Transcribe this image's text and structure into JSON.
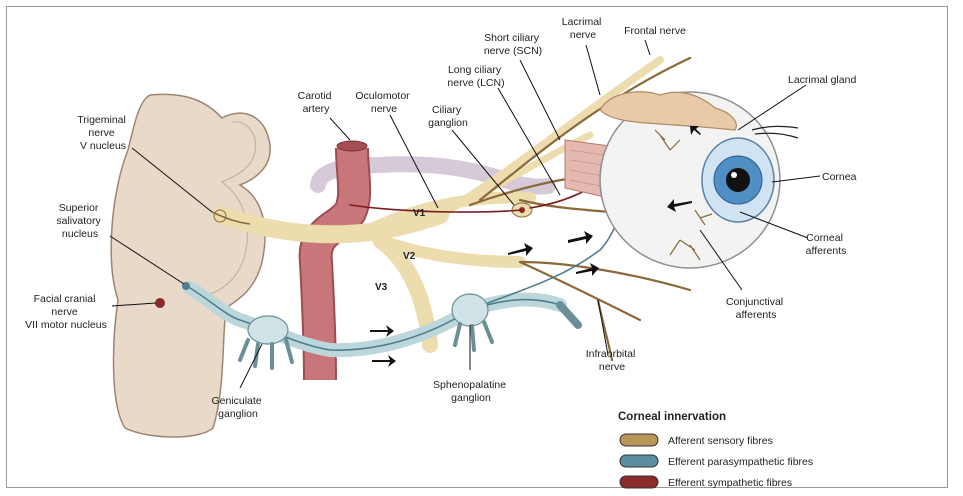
{
  "labels": {
    "trigeminal": [
      "Trigeminal",
      "nerve",
      "V nucleus"
    ],
    "superior_salivatory": [
      "Superior",
      "salivatory",
      "nucleus"
    ],
    "facial": [
      "Facial cranial",
      "nerve",
      "VII motor nucleus"
    ],
    "carotid": [
      "Carotid",
      "artery"
    ],
    "oculomotor": [
      "Oculomotor",
      "nerve"
    ],
    "ciliary_ganglion": [
      "Ciliary",
      "ganglion"
    ],
    "long_ciliary": [
      "Long ciliary",
      "nerve (LCN)"
    ],
    "short_ciliary": [
      "Short ciliary",
      "nerve (SCN)"
    ],
    "lacrimal": [
      "Lacrimal",
      "nerve"
    ],
    "frontal": [
      "Frontal nerve"
    ],
    "lacrimal_gland": [
      "Lacrimal gland"
    ],
    "cornea": [
      "Cornea"
    ],
    "corneal_afferents": [
      "Corneal",
      "afferents"
    ],
    "conjunctival_afferents": [
      "Conjunctival",
      "afferents"
    ],
    "infraorbital": [
      "Infraorbital",
      "nerve"
    ],
    "sphenopalatine": [
      "Sphenopalatine",
      "ganglion"
    ],
    "geniculate": [
      "Geniculate",
      "ganglion"
    ],
    "v1": "V1",
    "v2": "V2",
    "v3": "V3"
  },
  "legend": {
    "title": "Corneal innervation",
    "items": [
      {
        "label": "Afferent sensory fibres",
        "color": "#b8965c"
      },
      {
        "label": "Efferent parasympathetic fibres",
        "color": "#5b8fa0"
      },
      {
        "label": "Efferent sympathetic fibres",
        "color": "#8c2a2a"
      }
    ]
  },
  "colors": {
    "brainstem": "#e9d9c8",
    "carotid": "#c9767a",
    "sensory_nerve": "#ecdcae",
    "sensory_line": "#8a6a3a",
    "parasympathetic": "#bcd7db",
    "sympathetic": "#7a1c1c",
    "eye_iris": "#4f8fc4"
  }
}
